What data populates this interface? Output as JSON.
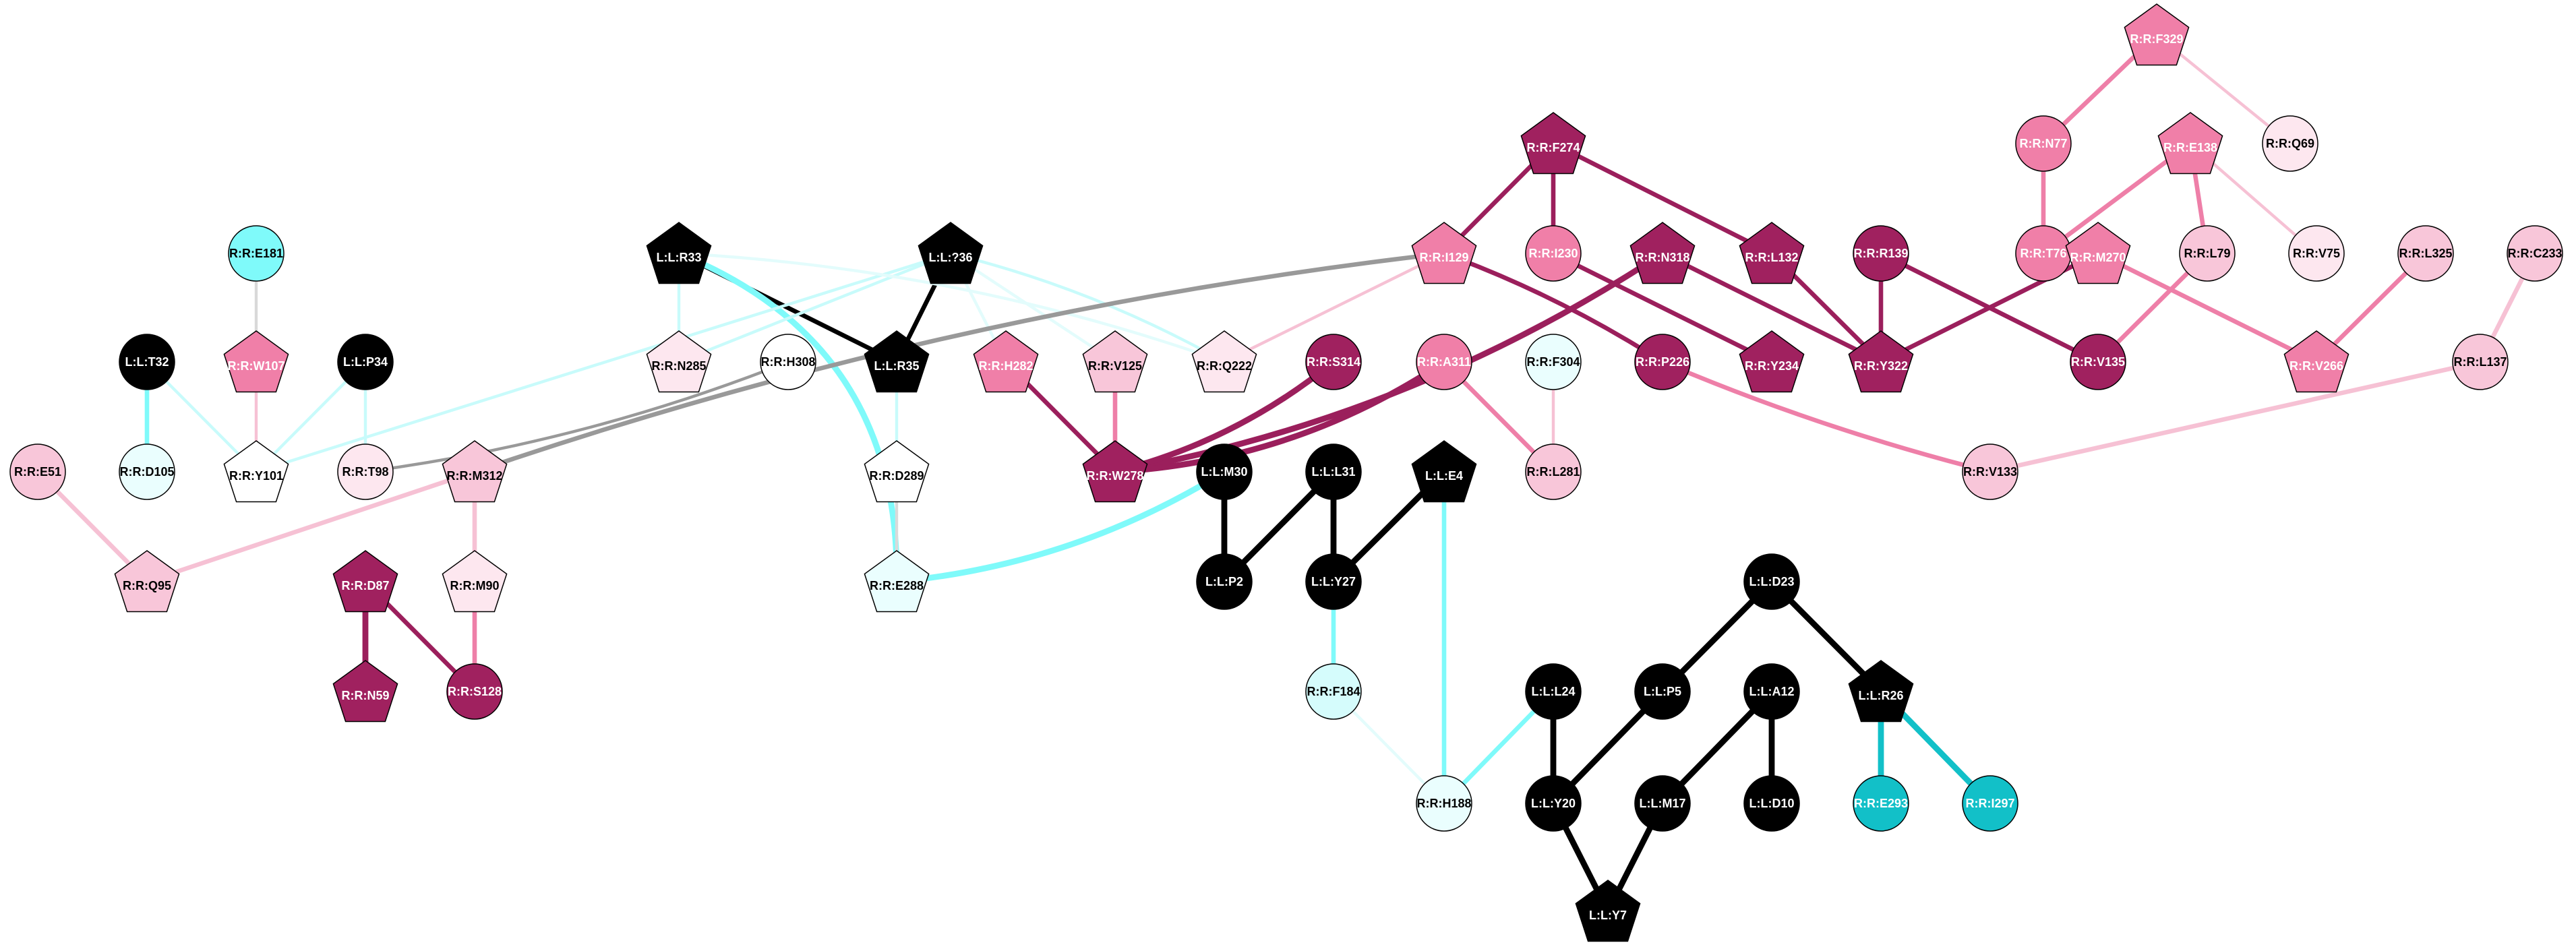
{
  "palette": {
    "black": "#000000",
    "cyan_light": "#eafefe",
    "cyan_mid": "#d5fcfc",
    "cyan_bright": "#7ffafa",
    "teal": "#12c0c8",
    "white": "#ffffff",
    "pink_pale": "#fde7ef",
    "pink_light": "#f8c6d9",
    "pink_mid": "#f07fa8",
    "magenta_dark": "#a0215f"
  },
  "edge_colors": {
    "black": "#000000",
    "magenta": "#9b1f5c",
    "pink": "#ee7fa8",
    "pink_light": "#f6c1d4",
    "cyan_bright": "#7ffafa",
    "cyan_light": "#c8fbfb",
    "cyan_pale": "#e3fcfc",
    "teal": "#12c0c8",
    "gray": "#d9d9d9"
  },
  "nodes": [
    {
      "id": "R:R:F329",
      "label": "R:R:F329",
      "shape": "pentagon",
      "fill": "pink_mid"
    },
    {
      "id": "R:R:Q69",
      "label": "R:R:Q69",
      "shape": "circle",
      "fill": "pink_pale"
    },
    {
      "id": "R:R:N77",
      "label": "R:R:N77",
      "shape": "circle",
      "fill": "pink_mid"
    },
    {
      "id": "R:R:E138",
      "label": "R:R:E138",
      "shape": "pentagon",
      "fill": "pink_mid"
    },
    {
      "id": "R:R:F274",
      "label": "R:R:F274",
      "shape": "pentagon",
      "fill": "magenta_dark"
    },
    {
      "id": "R:R:E181",
      "label": "R:R:E181",
      "shape": "circle",
      "fill": "cyan_bright"
    },
    {
      "id": "L:L:R33",
      "label": "L:L:R33",
      "shape": "pentagon",
      "fill": "black"
    },
    {
      "id": "L:L:?36",
      "label": "L:L:?36",
      "shape": "pentagon",
      "fill": "black"
    },
    {
      "id": "R:R:I129",
      "label": "R:R:I129",
      "shape": "pentagon",
      "fill": "pink_mid"
    },
    {
      "id": "R:R:I230",
      "label": "R:R:I230",
      "shape": "circle",
      "fill": "pink_mid"
    },
    {
      "id": "R:R:N318",
      "label": "R:R:N318",
      "shape": "pentagon",
      "fill": "magenta_dark"
    },
    {
      "id": "R:R:L132",
      "label": "R:R:L132",
      "shape": "pentagon",
      "fill": "magenta_dark"
    },
    {
      "id": "R:R:R139",
      "label": "R:R:R139",
      "shape": "circle",
      "fill": "magenta_dark"
    },
    {
      "id": "R:R:T76",
      "label": "R:R:T76",
      "shape": "circle",
      "fill": "pink_mid"
    },
    {
      "id": "R:R:M270",
      "label": "R:R:M270",
      "shape": "pentagon",
      "fill": "pink_mid"
    },
    {
      "id": "R:R:L79",
      "label": "R:R:L79",
      "shape": "circle",
      "fill": "pink_light"
    },
    {
      "id": "R:R:V75",
      "label": "R:R:V75",
      "shape": "circle",
      "fill": "pink_pale"
    },
    {
      "id": "R:R:L325",
      "label": "R:R:L325",
      "shape": "circle",
      "fill": "pink_light"
    },
    {
      "id": "R:R:C233",
      "label": "R:R:C233",
      "shape": "circle",
      "fill": "pink_light"
    },
    {
      "id": "L:L:T32",
      "label": "L:L:T32",
      "shape": "circle",
      "fill": "black"
    },
    {
      "id": "R:R:W107",
      "label": "R:R:W107",
      "shape": "pentagon",
      "fill": "pink_mid"
    },
    {
      "id": "L:L:P34",
      "label": "L:L:P34",
      "shape": "circle",
      "fill": "black"
    },
    {
      "id": "R:R:N285",
      "label": "R:R:N285",
      "shape": "pentagon",
      "fill": "pink_pale"
    },
    {
      "id": "R:R:H308",
      "label": "R:R:H308",
      "shape": "circle",
      "fill": "white"
    },
    {
      "id": "L:L:R35",
      "label": "L:L:R35",
      "shape": "pentagon",
      "fill": "black"
    },
    {
      "id": "R:R:H282",
      "label": "R:R:H282",
      "shape": "pentagon",
      "fill": "pink_mid"
    },
    {
      "id": "R:R:V125",
      "label": "R:R:V125",
      "shape": "pentagon",
      "fill": "pink_light"
    },
    {
      "id": "R:R:Q222",
      "label": "R:R:Q222",
      "shape": "pentagon",
      "fill": "pink_pale"
    },
    {
      "id": "R:R:S314",
      "label": "R:R:S314",
      "shape": "circle",
      "fill": "magenta_dark"
    },
    {
      "id": "R:R:A311",
      "label": "R:R:A311",
      "shape": "circle",
      "fill": "pink_mid"
    },
    {
      "id": "R:R:F304",
      "label": "R:R:F304",
      "shape": "circle",
      "fill": "cyan_light"
    },
    {
      "id": "R:R:P226",
      "label": "R:R:P226",
      "shape": "circle",
      "fill": "magenta_dark"
    },
    {
      "id": "R:R:Y234",
      "label": "R:R:Y234",
      "shape": "pentagon",
      "fill": "magenta_dark"
    },
    {
      "id": "R:R:Y322",
      "label": "R:R:Y322",
      "shape": "pentagon",
      "fill": "magenta_dark"
    },
    {
      "id": "R:R:V135",
      "label": "R:R:V135",
      "shape": "circle",
      "fill": "magenta_dark"
    },
    {
      "id": "R:R:V266",
      "label": "R:R:V266",
      "shape": "pentagon",
      "fill": "pink_mid"
    },
    {
      "id": "R:R:L137",
      "label": "R:R:L137",
      "shape": "circle",
      "fill": "pink_light"
    },
    {
      "id": "R:R:E51",
      "label": "R:R:E51",
      "shape": "circle",
      "fill": "pink_light"
    },
    {
      "id": "R:R:D105",
      "label": "R:R:D105",
      "shape": "circle",
      "fill": "cyan_light"
    },
    {
      "id": "R:R:Y101",
      "label": "R:R:Y101",
      "shape": "pentagon",
      "fill": "white"
    },
    {
      "id": "R:R:T98",
      "label": "R:R:T98",
      "shape": "circle",
      "fill": "pink_pale"
    },
    {
      "id": "R:R:M312",
      "label": "R:R:M312",
      "shape": "pentagon",
      "fill": "pink_light"
    },
    {
      "id": "R:R:D289",
      "label": "R:R:D289",
      "shape": "pentagon",
      "fill": "white"
    },
    {
      "id": "R:R:W278",
      "label": "R:R:W278",
      "shape": "pentagon",
      "fill": "magenta_dark"
    },
    {
      "id": "L:L:M30",
      "label": "L:L:M30",
      "shape": "circle",
      "fill": "black"
    },
    {
      "id": "L:L:L31",
      "label": "L:L:L31",
      "shape": "circle",
      "fill": "black"
    },
    {
      "id": "L:L:E4",
      "label": "L:L:E4",
      "shape": "pentagon",
      "fill": "black"
    },
    {
      "id": "R:R:L281",
      "label": "R:R:L281",
      "shape": "circle",
      "fill": "pink_light"
    },
    {
      "id": "R:R:V133",
      "label": "R:R:V133",
      "shape": "circle",
      "fill": "pink_light"
    },
    {
      "id": "R:R:Q95",
      "label": "R:R:Q95",
      "shape": "pentagon",
      "fill": "pink_light"
    },
    {
      "id": "R:R:D87",
      "label": "R:R:D87",
      "shape": "pentagon",
      "fill": "magenta_dark"
    },
    {
      "id": "R:R:M90",
      "label": "R:R:M90",
      "shape": "pentagon",
      "fill": "pink_pale"
    },
    {
      "id": "R:R:E288",
      "label": "R:R:E288",
      "shape": "pentagon",
      "fill": "cyan_light"
    },
    {
      "id": "L:L:P2",
      "label": "L:L:P2",
      "shape": "circle",
      "fill": "black"
    },
    {
      "id": "L:L:Y27",
      "label": "L:L:Y27",
      "shape": "circle",
      "fill": "black"
    },
    {
      "id": "L:L:D23",
      "label": "L:L:D23",
      "shape": "circle",
      "fill": "black"
    },
    {
      "id": "R:R:N59",
      "label": "R:R:N59",
      "shape": "pentagon",
      "fill": "magenta_dark"
    },
    {
      "id": "R:R:S128",
      "label": "R:R:S128",
      "shape": "circle",
      "fill": "magenta_dark"
    },
    {
      "id": "R:R:F184",
      "label": "R:R:F184",
      "shape": "circle",
      "fill": "cyan_mid"
    },
    {
      "id": "L:L:L24",
      "label": "L:L:L24",
      "shape": "circle",
      "fill": "black"
    },
    {
      "id": "L:L:P5",
      "label": "L:L:P5",
      "shape": "circle",
      "fill": "black"
    },
    {
      "id": "L:L:A12",
      "label": "L:L:A12",
      "shape": "circle",
      "fill": "black"
    },
    {
      "id": "L:L:R26",
      "label": "L:L:R26",
      "shape": "pentagon",
      "fill": "black"
    },
    {
      "id": "R:R:H188",
      "label": "R:R:H188",
      "shape": "circle",
      "fill": "cyan_light"
    },
    {
      "id": "L:L:Y20",
      "label": "L:L:Y20",
      "shape": "circle",
      "fill": "black"
    },
    {
      "id": "L:L:M17",
      "label": "L:L:M17",
      "shape": "circle",
      "fill": "black"
    },
    {
      "id": "L:L:D10",
      "label": "L:L:D10",
      "shape": "circle",
      "fill": "black"
    },
    {
      "id": "R:R:E293",
      "label": "R:R:E293",
      "shape": "circle",
      "fill": "teal"
    },
    {
      "id": "R:R:I297",
      "label": "R:R:I297",
      "shape": "circle",
      "fill": "teal"
    },
    {
      "id": "L:L:Y7",
      "label": "L:L:Y7",
      "shape": "pentagon",
      "fill": "black"
    }
  ],
  "edges": [
    {
      "source": "R:R:F329",
      "target": "R:R:N77",
      "color": "pink",
      "weight": 3
    },
    {
      "source": "R:R:F329",
      "target": "R:R:Q69",
      "color": "pink_light",
      "weight": 2
    },
    {
      "source": "R:R:N77",
      "target": "R:R:T76",
      "color": "pink",
      "weight": 3
    },
    {
      "source": "R:R:E138",
      "target": "R:R:T76",
      "color": "pink",
      "weight": 3
    },
    {
      "source": "R:R:E138",
      "target": "R:R:L79",
      "color": "pink",
      "weight": 3
    },
    {
      "source": "R:R:E138",
      "target": "R:R:V75",
      "color": "pink_light",
      "weight": 2
    },
    {
      "source": "R:R:F274",
      "target": "R:R:I129",
      "color": "magenta",
      "weight": 3
    },
    {
      "source": "R:R:F274",
      "target": "R:R:I230",
      "color": "magenta",
      "weight": 3
    },
    {
      "source": "R:R:F274",
      "target": "R:R:L132",
      "color": "magenta",
      "weight": 3
    },
    {
      "source": "R:R:I129",
      "target": "R:R:P226",
      "color": "magenta",
      "weight": 3
    },
    {
      "source": "R:R:I129",
      "target": "R:R:Q222",
      "color": "pink_light",
      "weight": 2
    },
    {
      "source": "R:R:I230",
      "target": "R:R:Y234",
      "color": "magenta",
      "weight": 3
    },
    {
      "source": "R:R:N318",
      "target": "R:R:Y322",
      "color": "magenta",
      "weight": 3
    },
    {
      "source": "R:R:N318",
      "target": "R:R:W278",
      "color": "magenta",
      "weight": 4
    },
    {
      "source": "R:R:L132",
      "target": "R:R:Y322",
      "color": "magenta",
      "weight": 3
    },
    {
      "source": "R:R:R139",
      "target": "R:R:Y322",
      "color": "magenta",
      "weight": 3
    },
    {
      "source": "R:R:R139",
      "target": "R:R:V135",
      "color": "magenta",
      "weight": 3
    },
    {
      "source": "R:R:M270",
      "target": "R:R:Y322",
      "color": "magenta",
      "weight": 3
    },
    {
      "source": "R:R:M270",
      "target": "R:R:V266",
      "color": "pink",
      "weight": 3
    },
    {
      "source": "R:R:L79",
      "target": "R:R:V135",
      "color": "pink",
      "weight": 3
    },
    {
      "source": "R:R:L325",
      "target": "R:R:V266",
      "color": "pink",
      "weight": 3
    },
    {
      "source": "R:R:C233",
      "target": "R:R:L137",
      "color": "pink_light",
      "weight": 3
    },
    {
      "source": "R:R:L137",
      "target": "R:R:V133",
      "color": "pink_light",
      "weight": 3
    },
    {
      "source": "R:R:P226",
      "target": "R:R:V133",
      "color": "pink",
      "weight": 3
    },
    {
      "source": "R:R:S314",
      "target": "R:R:W278",
      "color": "magenta",
      "weight": 4
    },
    {
      "source": "R:R:A311",
      "target": "R:R:W278",
      "color": "magenta",
      "weight": 4
    },
    {
      "source": "R:R:A311",
      "target": "R:R:L281",
      "color": "pink",
      "weight": 3
    },
    {
      "source": "R:R:F304",
      "target": "R:R:L281",
      "color": "pink_light",
      "weight": 2
    },
    {
      "source": "R:R:H282",
      "target": "R:R:W278",
      "color": "magenta",
      "weight": 3
    },
    {
      "source": "R:R:V125",
      "target": "R:R:W278",
      "color": "pink",
      "weight": 3
    },
    {
      "source": "L:L:R33",
      "target": "L:L:R35",
      "color": "black",
      "weight": 3
    },
    {
      "source": "L:L:R33",
      "target": "R:R:N285",
      "color": "cyan_light",
      "weight": 2
    },
    {
      "source": "L:L:R33",
      "target": "R:R:E288",
      "color": "cyan_bright",
      "weight": 4
    },
    {
      "source": "L:L:?36",
      "target": "L:L:R35",
      "color": "black",
      "weight": 3
    },
    {
      "source": "L:L:?36",
      "target": "R:R:N285",
      "color": "cyan_light",
      "weight": 2
    },
    {
      "source": "L:L:?36",
      "target": "R:R:Y101",
      "color": "cyan_light",
      "weight": 2
    },
    {
      "source": "L:L:?36",
      "target": "R:R:H282",
      "color": "cyan_pale",
      "weight": 2
    },
    {
      "source": "L:L:?36",
      "target": "R:R:V125",
      "color": "cyan_pale",
      "weight": 2
    },
    {
      "source": "L:L:?36",
      "target": "R:R:Q222",
      "color": "cyan_light",
      "weight": 2
    },
    {
      "source": "L:L:R33",
      "target": "R:R:Q222",
      "color": "cyan_pale",
      "weight": 2
    },
    {
      "source": "L:L:R35",
      "target": "R:R:D289",
      "color": "cyan_light",
      "weight": 2
    },
    {
      "source": "R:R:D289",
      "target": "R:R:E288",
      "color": "gray",
      "weight": 2
    },
    {
      "source": "R:R:E181",
      "target": "R:R:W107",
      "color": "gray",
      "weight": 2
    },
    {
      "source": "R:R:W107",
      "target": "R:R:Y101",
      "color": "pink_light",
      "weight": 2
    },
    {
      "source": "L:L:T32",
      "target": "R:R:D105",
      "color": "cyan_bright",
      "weight": 3
    },
    {
      "source": "L:L:T32",
      "target": "R:R:Y101",
      "color": "cyan_light",
      "weight": 2
    },
    {
      "source": "L:L:P34",
      "target": "R:R:Y101",
      "color": "cyan_light",
      "weight": 2
    },
    {
      "source": "L:L:P34",
      "target": "R:R:T98",
      "color": "cyan_light",
      "weight": 2
    },
    {
      "source": "R:R:H308",
      "target": "R:R:T98",
      "color": "pink_pale",
      "weight": 2
    },
    {
      "source": "R:R:E51",
      "target": "R:R:Q95",
      "color": "pink_light",
      "weight": 3
    },
    {
      "source": "R:R:M312",
      "target": "R:R:Q95",
      "color": "pink_light",
      "weight": 3
    },
    {
      "source": "R:R:M312",
      "target": "R:R:M90",
      "color": "pink_light",
      "weight": 3
    },
    {
      "source": "R:R:M312",
      "target": "R:R:I129",
      "color": "pink_pale",
      "weight": 3
    },
    {
      "source": "R:R:M90",
      "target": "R:R:S128",
      "color": "pink",
      "weight": 3
    },
    {
      "source": "R:R:D87",
      "target": "R:R:N59",
      "color": "magenta",
      "weight": 4
    },
    {
      "source": "R:R:D87",
      "target": "R:R:S128",
      "color": "magenta",
      "weight": 3
    },
    {
      "source": "L:L:M30",
      "target": "L:L:P2",
      "color": "black",
      "weight": 4
    },
    {
      "source": "L:L:M30",
      "target": "R:R:E288",
      "color": "cyan_bright",
      "weight": 4
    },
    {
      "source": "L:L:L31",
      "target": "L:L:P2",
      "color": "black",
      "weight": 4
    },
    {
      "source": "L:L:L31",
      "target": "L:L:Y27",
      "color": "black",
      "weight": 4
    },
    {
      "source": "L:L:E4",
      "target": "L:L:Y27",
      "color": "black",
      "weight": 4
    },
    {
      "source": "L:L:E4",
      "target": "R:R:H188",
      "color": "cyan_bright",
      "weight": 3
    },
    {
      "source": "L:L:Y27",
      "target": "R:R:F184",
      "color": "cyan_bright",
      "weight": 3
    },
    {
      "source": "R:R:F184",
      "target": "R:R:H188",
      "color": "cyan_pale",
      "weight": 2
    },
    {
      "source": "L:L:L24",
      "target": "R:R:H188",
      "color": "cyan_bright",
      "weight": 3
    },
    {
      "source": "L:L:L24",
      "target": "L:L:Y20",
      "color": "black",
      "weight": 4
    },
    {
      "source": "L:L:D23",
      "target": "L:L:P5",
      "color": "black",
      "weight": 4
    },
    {
      "source": "L:L:D23",
      "target": "L:L:R26",
      "color": "black",
      "weight": 4
    },
    {
      "source": "L:L:P5",
      "target": "L:L:Y20",
      "color": "black",
      "weight": 4
    },
    {
      "source": "L:L:A12",
      "target": "L:L:M17",
      "color": "black",
      "weight": 4
    },
    {
      "source": "L:L:A12",
      "target": "L:L:D10",
      "color": "black",
      "weight": 4
    },
    {
      "source": "L:L:R26",
      "target": "R:R:E293",
      "color": "teal",
      "weight": 4
    },
    {
      "source": "L:L:R26",
      "target": "R:R:I297",
      "color": "teal",
      "weight": 4
    },
    {
      "source": "L:L:Y20",
      "target": "L:L:Y7",
      "color": "black",
      "weight": 4
    },
    {
      "source": "L:L:M17",
      "target": "L:L:Y7",
      "color": "black",
      "weight": 4
    }
  ]
}
